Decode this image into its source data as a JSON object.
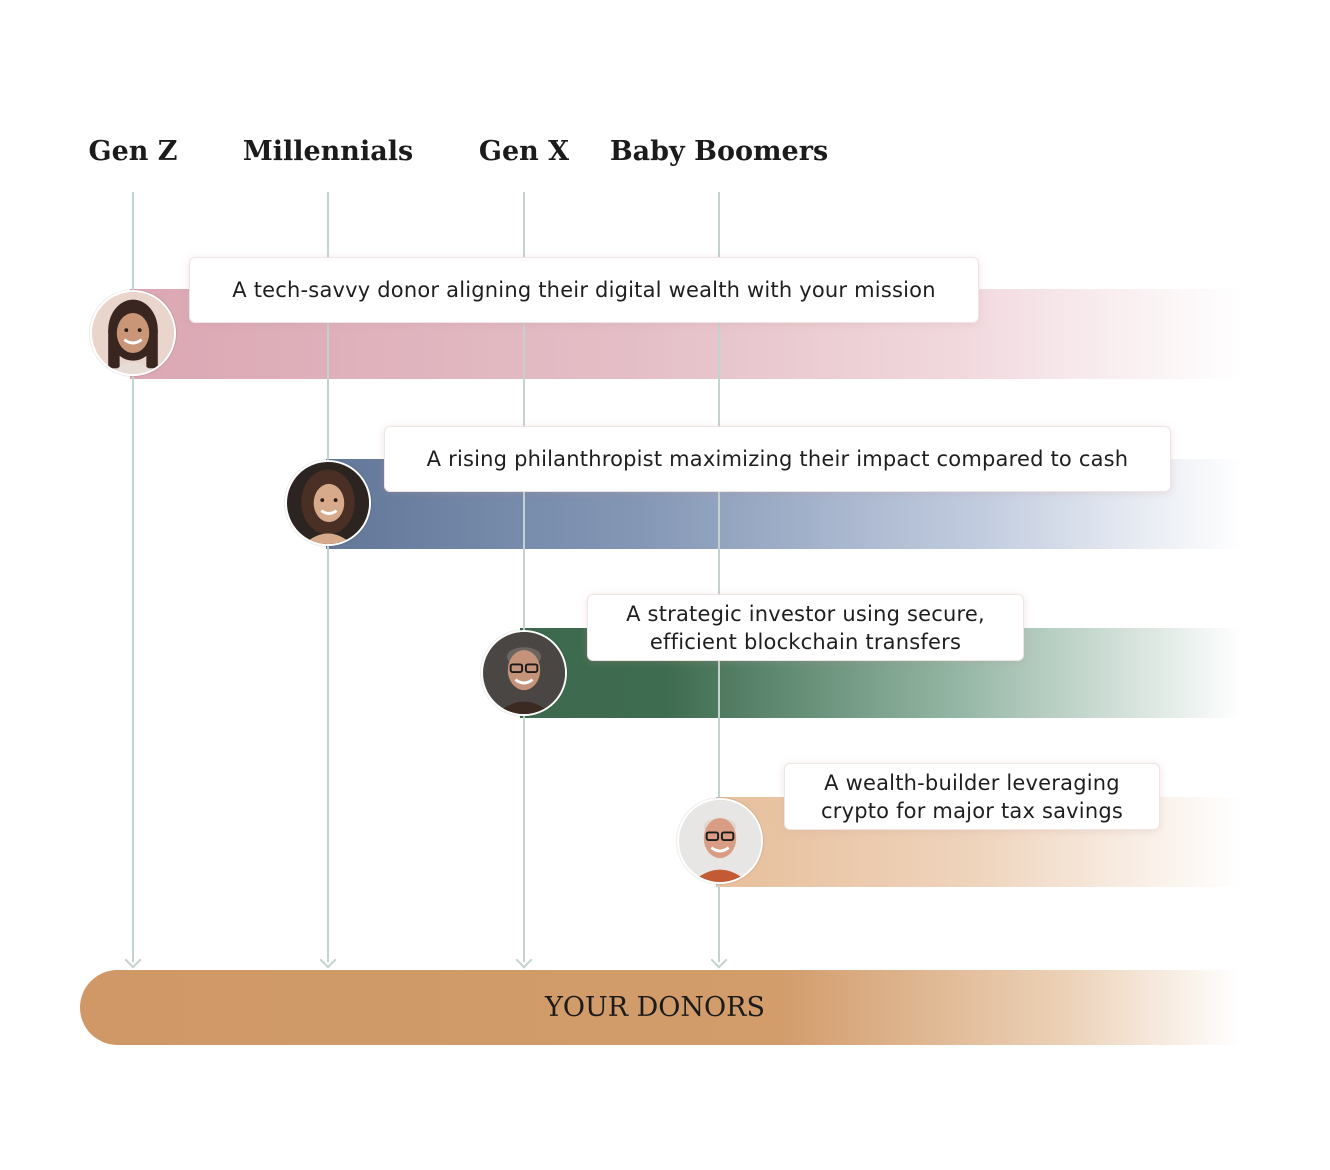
{
  "generations": [
    {
      "label": "Gen Z"
    },
    {
      "label": "Millennials"
    },
    {
      "label": "Gen X"
    },
    {
      "label": "Baby Boomers"
    }
  ],
  "personas": [
    {
      "generation": "Gen Z",
      "description": "A tech-savvy donor aligning their digital wealth with your mission",
      "color": "#dba7b3",
      "avatar": "young-woman-avatar"
    },
    {
      "generation": "Millennials",
      "description": "A rising philanthropist maximizing their impact compared to cash",
      "color": "#627799",
      "avatar": "woman-avatar"
    },
    {
      "generation": "Gen X",
      "description_line1": "A strategic investor using secure,",
      "description_line2": "efficient blockchain transfers",
      "color": "#3d6a4e",
      "avatar": "man-glasses-avatar"
    },
    {
      "generation": "Baby Boomers",
      "description_line1": "A wealth-builder leveraging",
      "description_line2": "crypto for major tax savings",
      "color": "#e7bf9b",
      "avatar": "older-man-glasses-avatar"
    }
  ],
  "destination": {
    "label": "YOUR DONORS",
    "color": "#cf9866"
  },
  "line_color": "#c3d3d0"
}
